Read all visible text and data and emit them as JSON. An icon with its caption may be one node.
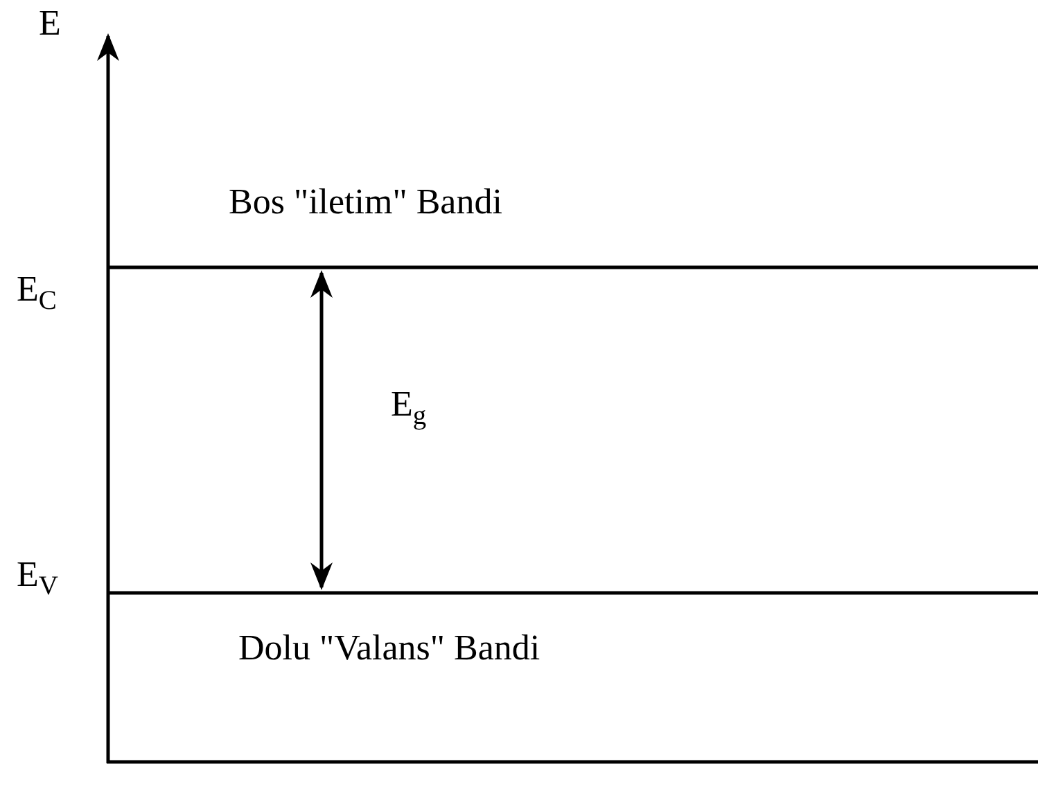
{
  "diagram": {
    "labels": [
      "E",
      "Bos \"iletim\" Bandi",
      "E$_{C}$",
      "E$_{g}$",
      "E$_{V}$",
      "Dolu \"Valans\" Bandi"
    ]
  }
}
